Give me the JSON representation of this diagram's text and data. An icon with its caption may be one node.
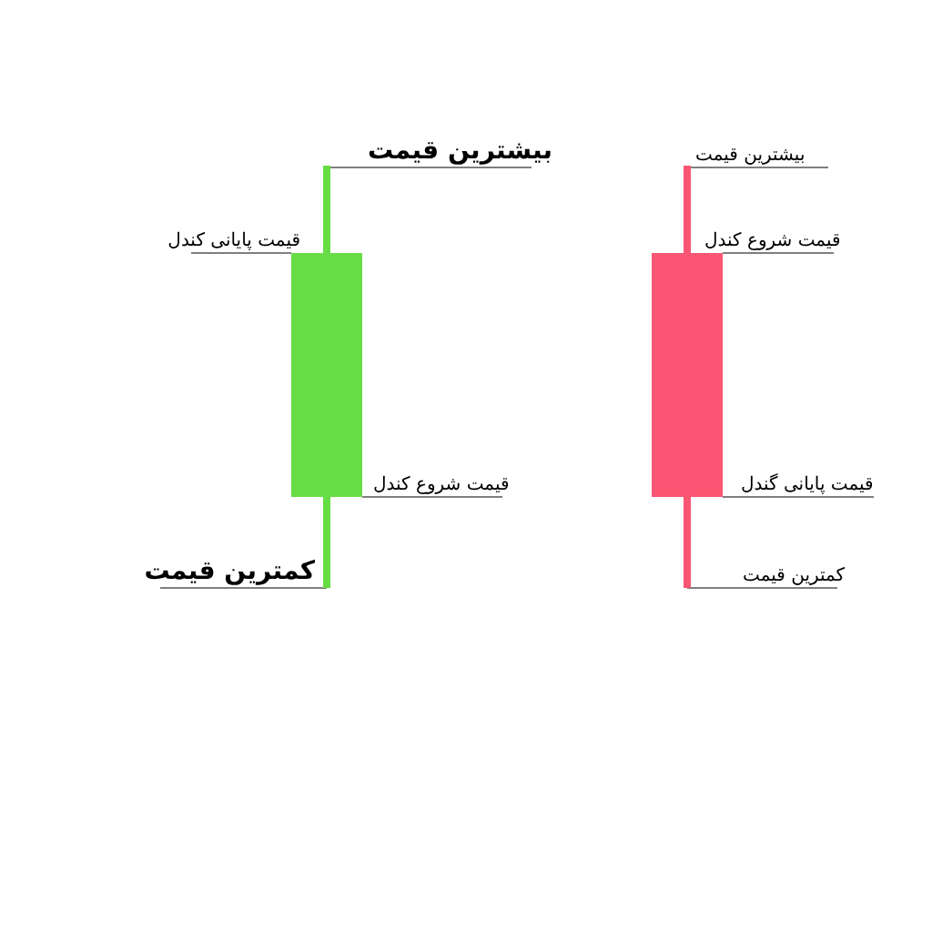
{
  "diagram": {
    "nodes": [
      {
        "text": [],
        "shape": "bar"
      },
      {
        "text": [],
        "shape": "bar"
      },
      {
        "text": [
          "بیشترین قیمت"
        ]
      },
      {
        "text": [
          "قیمت پایانی کندل"
        ]
      },
      {
        "text": [
          "قیمت شروع کندل"
        ]
      },
      {
        "text": [
          "کمترین قیمت"
        ]
      },
      {
        "text": [
          "بیشترین قیمت"
        ]
      },
      {
        "text": [
          "قیمت شروع کندل"
        ]
      },
      {
        "text": [
          "قیمت پایانی گندل"
        ]
      },
      {
        "text": [
          "کمترین قیمت"
        ]
      }
    ],
    "edges": [
      {
        "from": 2,
        "to": 0,
        "arrow": "none"
      },
      {
        "from": 3,
        "to": 0,
        "arrow": "none"
      },
      {
        "from": 4,
        "to": 0,
        "arrow": "none"
      },
      {
        "from": 5,
        "to": 0,
        "arrow": "none"
      },
      {
        "from": 6,
        "to": 1,
        "arrow": "none"
      },
      {
        "from": 7,
        "to": 1,
        "arrow": "none"
      },
      {
        "from": 8,
        "to": 1,
        "arrow": "none"
      },
      {
        "from": 9,
        "to": 1,
        "arrow": "none"
      }
    ]
  }
}
